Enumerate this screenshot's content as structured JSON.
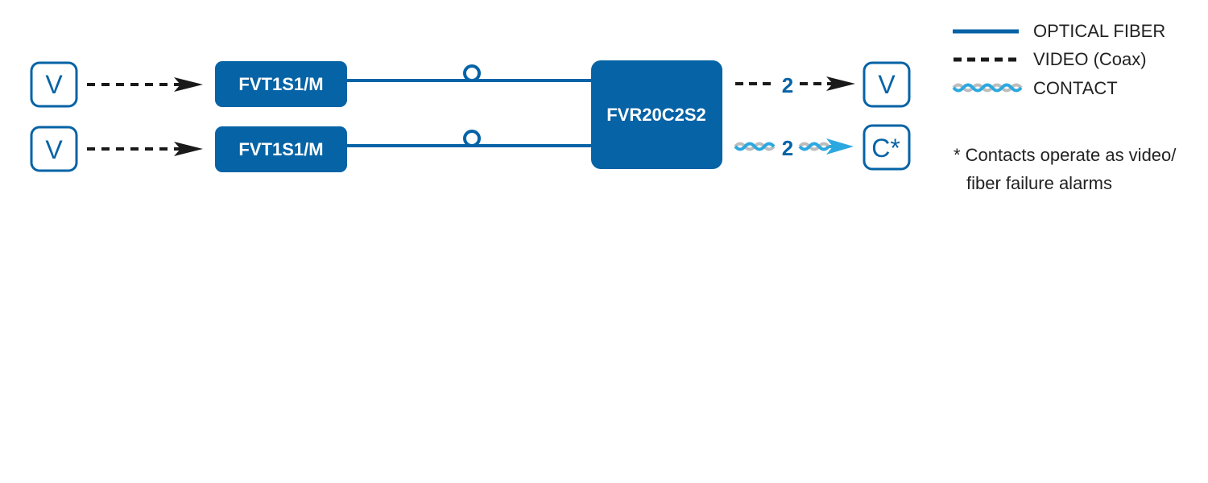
{
  "colors": {
    "fiber": "#0563A6",
    "module": "#0563A6",
    "video": "#1a1a1a",
    "contact": "#2CA8E0",
    "contact_alt": "#BDBDBD",
    "text": "#222222",
    "white": "#ffffff"
  },
  "inputs": [
    {
      "letter": "V"
    },
    {
      "letter": "V"
    }
  ],
  "transmitters": [
    {
      "label": "FVT1S1/M"
    },
    {
      "label": "FVT1S1/M"
    }
  ],
  "receiver": {
    "label": "FVR20C2S2"
  },
  "outputs": [
    {
      "letter": "V",
      "cable_count": "2"
    },
    {
      "letter": "C*",
      "cable_count": "2"
    }
  ],
  "legend": {
    "optical_fiber": "OPTICAL FIBER",
    "video": "VIDEO (Coax)",
    "contact": "CONTACT"
  },
  "footnote": {
    "line1": "* Contacts operate as video/",
    "line2": "fiber failure alarms"
  }
}
